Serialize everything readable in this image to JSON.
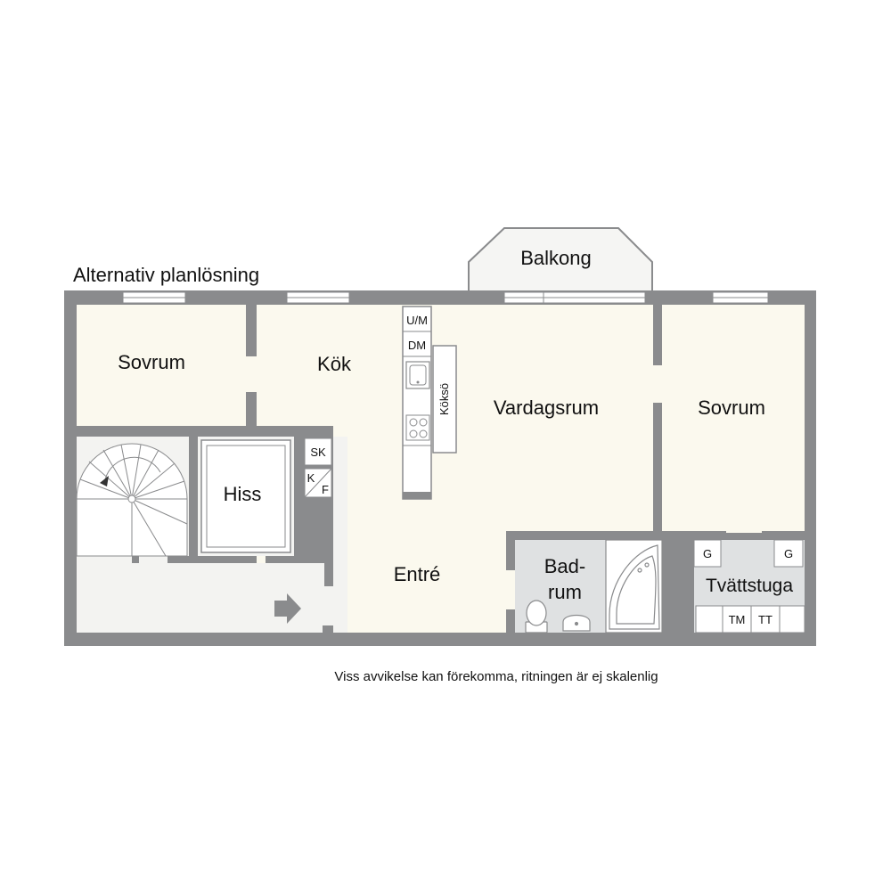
{
  "title": "Alternativ planlösning",
  "disclaimer": "Viss avvikelse kan förekomma, ritningen är ej skalenlig",
  "rooms": {
    "balkong": "Balkong",
    "sovrum_left": "Sovrum",
    "kok": "Kök",
    "vardagsrum": "Vardagsrum",
    "sovrum_right": "Sovrum",
    "hiss": "Hiss",
    "entre": "Entré",
    "badrum_line1": "Bad-",
    "badrum_line2": "rum",
    "tvattstuga": "Tvättstuga"
  },
  "fixtures": {
    "um": "U/M",
    "dm": "DM",
    "kokso": "Köksö",
    "sk": "SK",
    "k": "K",
    "f": "F",
    "g1": "G",
    "g2": "G",
    "tm": "TM",
    "tt": "TT"
  },
  "colors": {
    "wall": "#8a8b8d",
    "floor": "#fbf9ee",
    "wet_floor": "#dfe1e2",
    "stair_floor": "#f3f3f1"
  }
}
